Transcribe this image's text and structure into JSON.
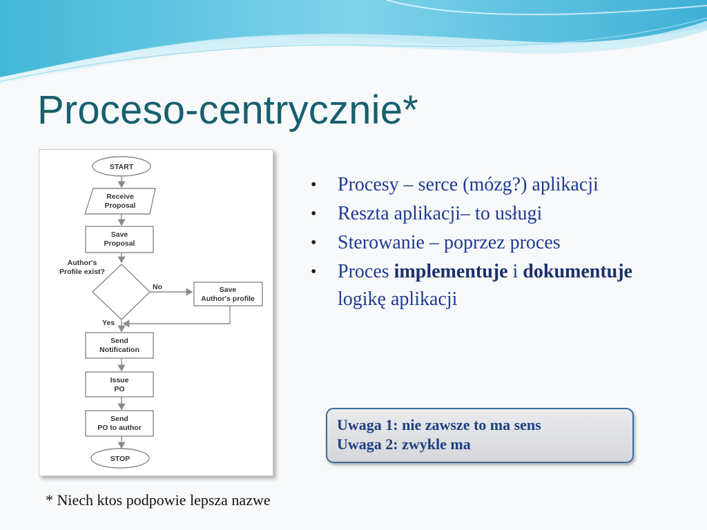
{
  "slide": {
    "title": "Proceso-centrycznie*",
    "footnote": "* Niech ktos podpowie lepsza nazwe"
  },
  "bullets": [
    {
      "parts": [
        {
          "text": "Procesy – serce (mózg?) aplikacji",
          "bold": false
        }
      ]
    },
    {
      "parts": [
        {
          "text": "Reszta aplikacji– to usługi",
          "bold": false
        }
      ]
    },
    {
      "parts": [
        {
          "text": "Sterowanie – poprzez proces",
          "bold": false
        }
      ]
    },
    {
      "parts": [
        {
          "text": "Proces ",
          "bold": false
        },
        {
          "text": "implementuje",
          "bold": true
        },
        {
          "text": " i ",
          "bold": false
        },
        {
          "text": "dokumentuje",
          "bold": true
        },
        {
          "text": " logikę aplikacji",
          "bold": false
        }
      ]
    }
  ],
  "note": {
    "line1": "Uwaga 1: nie zawsze to ma sens",
    "line2": "Uwaga 2: zwykle ma"
  },
  "flowchart": {
    "start": "START",
    "receive": [
      "Receive",
      "Proposal"
    ],
    "save": [
      "Save",
      "Proposal"
    ],
    "decision_label": [
      "Author's",
      "Profile exist?"
    ],
    "no_label": "No",
    "yes_label": "Yes",
    "save_profile": [
      "Save",
      "Author's profile"
    ],
    "send_notification": [
      "Send",
      "Notification"
    ],
    "issue_po": [
      "Issue",
      "PO"
    ],
    "send_po": [
      "Send",
      "PO to author"
    ],
    "stop": "STOP"
  },
  "colors": {
    "title": "#17606e",
    "bullet_text": "#1f3a93",
    "note_border": "#3e6aa0",
    "note_text": "#1c3f82",
    "wave": "#5ec3df"
  }
}
